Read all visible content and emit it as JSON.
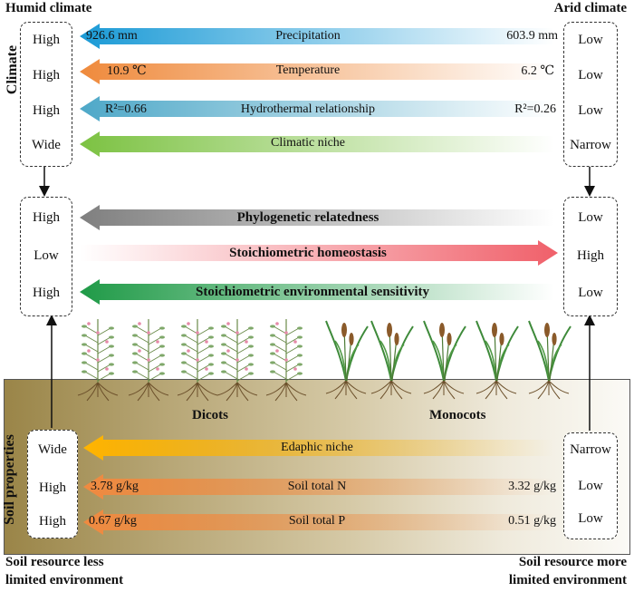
{
  "headers": {
    "left_top": "Humid climate",
    "right_top": "Arid climate",
    "left_bottom": [
      "Soil resource less",
      "limited environment"
    ],
    "right_bottom": [
      "Soil resource more",
      "limited environment"
    ]
  },
  "side_labels": {
    "climate": "Climate",
    "soil": "Soil properties"
  },
  "climate_rows": [
    {
      "label": "Precipitation",
      "left_value": "926.6 mm",
      "right_value": "603.9 mm",
      "left_level": "High",
      "right_level": "Low"
    },
    {
      "label": "Temperature",
      "left_value": "10.9 ℃",
      "right_value": "6.2 ℃",
      "left_level": "High",
      "right_level": "Low"
    },
    {
      "label": "Hydrothermal relationship",
      "left_value": "R²=0.66",
      "right_value": "R²=0.26",
      "left_level": "High",
      "right_level": "Low"
    },
    {
      "label": "Climatic niche",
      "left_value": "",
      "right_value": "",
      "left_level": "Wide",
      "right_level": "Narrow"
    }
  ],
  "plant_rows": [
    {
      "label": "Phylogenetic relatedness",
      "left_level": "High",
      "right_level": "Low"
    },
    {
      "label": "Stoichiometric homeostasis",
      "left_level": "Low",
      "right_level": "High"
    },
    {
      "label": "Stoichiometric environmental sensitivity",
      "left_level": "High",
      "right_level": "Low"
    }
  ],
  "plant_groups": {
    "left": "Dicots",
    "right": "Monocots"
  },
  "soil_rows": [
    {
      "label": "Edaphic niche",
      "left_value": "",
      "right_value": "",
      "left_level": "Wide",
      "right_level": "Narrow"
    },
    {
      "label": "Soil total N",
      "left_value": "3.78 g/kg",
      "right_value": "3.32 g/kg",
      "left_level": "High",
      "right_level": "Low"
    },
    {
      "label": "Soil total P",
      "left_value": "0.67 g/kg",
      "right_value": "0.51 g/kg",
      "left_level": "High",
      "right_level": "Low"
    }
  ],
  "colors": {
    "precipitation": "#1a9ad6",
    "temperature": "#ef8a3c",
    "hydrothermal": "#4ea8c8",
    "climatic_niche": "#7cc242",
    "phylogenetic": "#7f7f7f",
    "homeostasis": "#f0606a",
    "sensitivity": "#1f9a47",
    "edaphic": "#ffb400",
    "soil_n": "#f08a40",
    "soil_p": "#f08a40",
    "soil_band": "#9a8548"
  }
}
